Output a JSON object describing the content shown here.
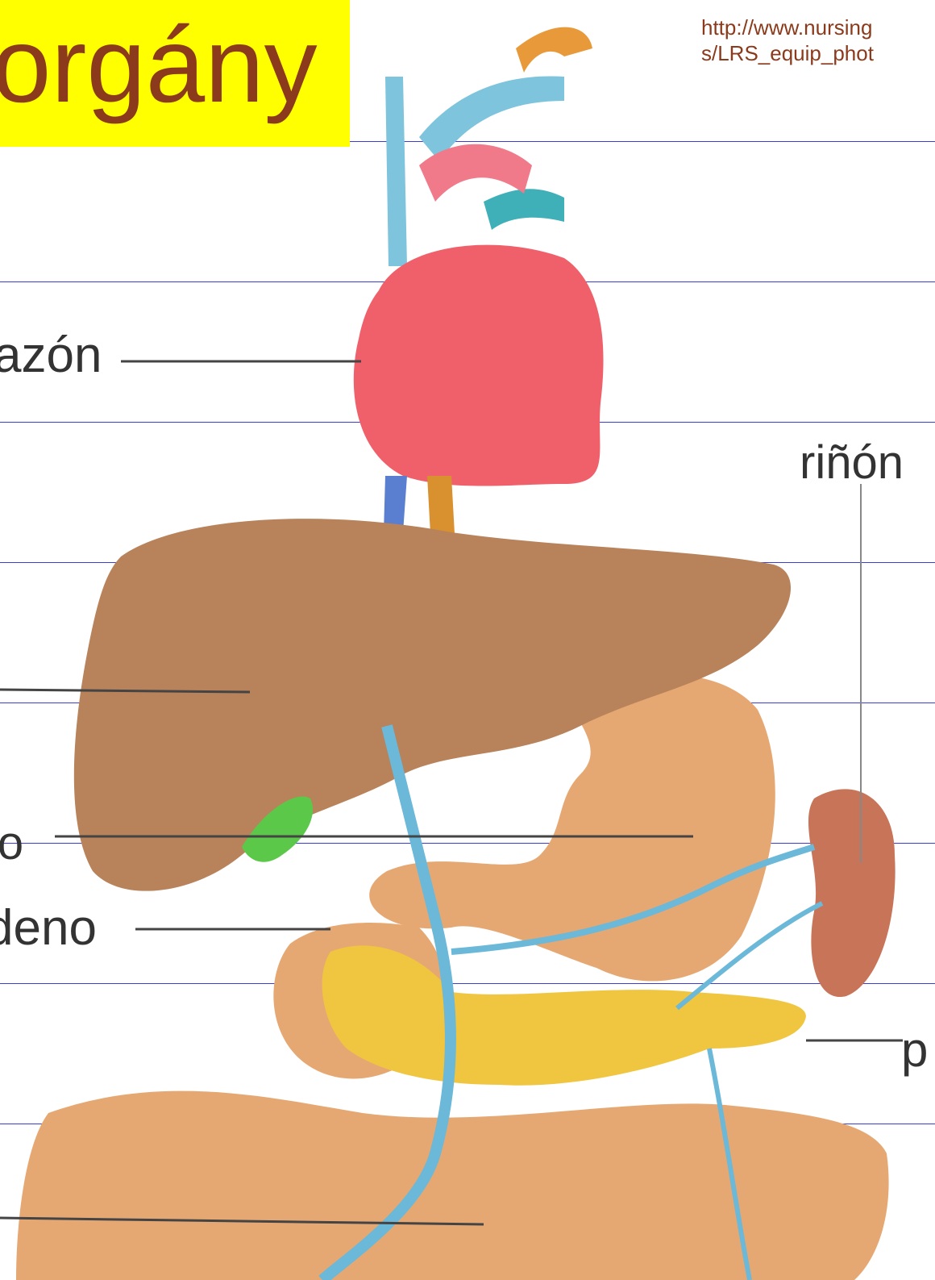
{
  "title": "orgány",
  "source_url": {
    "line1": "http://www.nursing",
    "line2": "s/LRS_equip_phot"
  },
  "labels": {
    "heart": "azón",
    "kidney": "riñón",
    "spleen": "jo",
    "duodenum": "deno",
    "pancreas": "p"
  },
  "colors": {
    "title_background": "#ffff00",
    "title_text": "#8b3a1c",
    "rule_lines": "#3b3bd8",
    "heart": "#f0606a",
    "liver": "#b8825a",
    "stomach": "#e6a872",
    "pancreas": "#f0c640",
    "kidney": "#c87458",
    "gallbladder": "#5cc84a",
    "vessels": "#6bb8d8"
  }
}
